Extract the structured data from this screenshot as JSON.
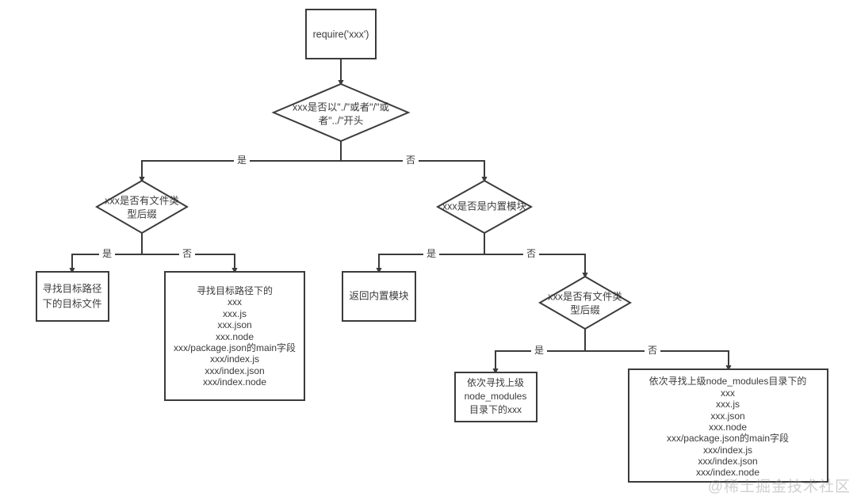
{
  "diagram": {
    "title": "Node.js require('xxx') 模块解析流程图",
    "background_color": "#ffffff",
    "stroke_color": "#3b3b3b",
    "fill_color": "#ffffff"
  },
  "nodes": {
    "start": {
      "type": "process",
      "lines": [
        "require('xxx')"
      ]
    },
    "decision_relative": {
      "type": "decision",
      "lines": [
        "xxx是否以\"./\"或者\"/\"或",
        "者\"../\"开头"
      ]
    },
    "decision_ext_left": {
      "type": "decision",
      "lines": [
        "xxx是否有文件类",
        "型后缀"
      ]
    },
    "decision_builtin": {
      "type": "decision",
      "lines": [
        "xxx是否是内置模块"
      ]
    },
    "decision_ext_right": {
      "type": "decision",
      "lines": [
        "xxx是否有文件类",
        "型后缀"
      ]
    },
    "find_target_file": {
      "type": "process",
      "lines": [
        "寻找目标路径",
        "下的目标文件"
      ]
    },
    "find_target_path_list": {
      "type": "process",
      "lines": [
        "寻找目标路径下的",
        "xxx",
        "xxx.js",
        "xxx.json",
        "xxx.node",
        "xxx/package.json的main字段",
        "xxx/index.js",
        "xxx/index.json",
        "xxx/index.node"
      ]
    },
    "return_builtin": {
      "type": "process",
      "lines": [
        "返回内置模块"
      ]
    },
    "find_node_modules": {
      "type": "process",
      "lines": [
        "依次寻找上级",
        "node_modules",
        "目录下的xxx"
      ]
    },
    "find_node_modules_list": {
      "type": "process",
      "lines": [
        "依次寻找上级node_modules目录下的",
        "xxx",
        "xxx.js",
        "xxx.json",
        "xxx.node",
        "xxx/package.json的main字段",
        "xxx/index.js",
        "xxx/index.json",
        "xxx/index.node"
      ]
    }
  },
  "edge_labels": {
    "relative_yes": "是",
    "relative_no": "否",
    "ext_left_yes": "是",
    "ext_left_no": "否",
    "builtin_yes": "是",
    "builtin_no": "否",
    "ext_right_yes": "是",
    "ext_right_no": "否"
  },
  "watermark": {
    "text": "@稀土掘金技术社区"
  }
}
